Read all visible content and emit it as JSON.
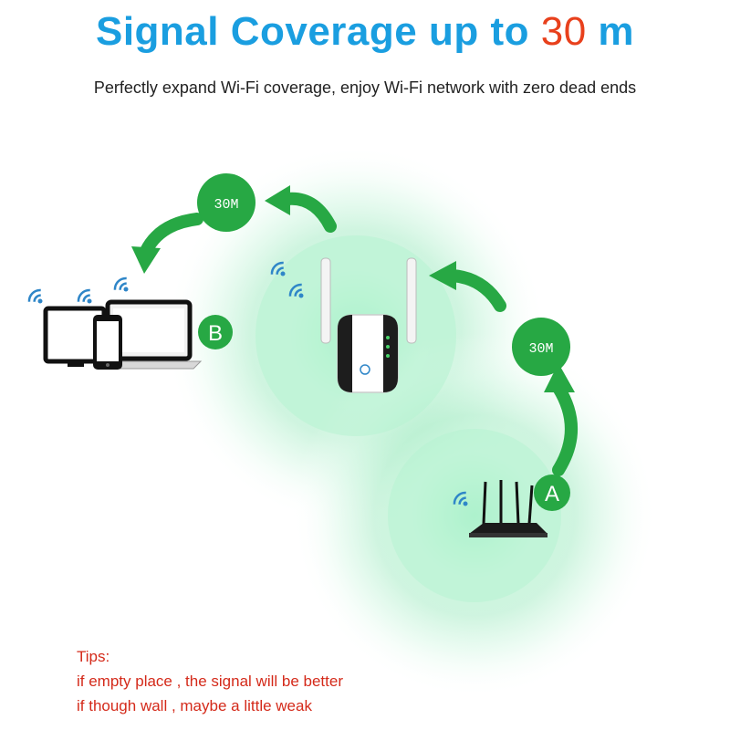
{
  "header": {
    "title_main": "Signal Coverage up to",
    "title_number": "30",
    "title_unit": "m",
    "subtitle": "Perfectly expand Wi-Fi coverage, enjoy Wi-Fi network with zero dead ends"
  },
  "diagram": {
    "hop1_distance": "30M",
    "hop2_distance": "30M",
    "router_label": "A",
    "repeater_label": "B"
  },
  "tips": {
    "heading": "Tips:",
    "line1": "if empty place , the signal will be better",
    "line2": "if though wall , maybe a little weak"
  },
  "colors": {
    "title": "#1a9ee0",
    "title_highlight": "#e8401c",
    "arrow_green": "#27a844",
    "coverage_green": "#8fe6b4",
    "wifi_blue": "#2f86c8",
    "tips_red": "#d42a1a"
  }
}
